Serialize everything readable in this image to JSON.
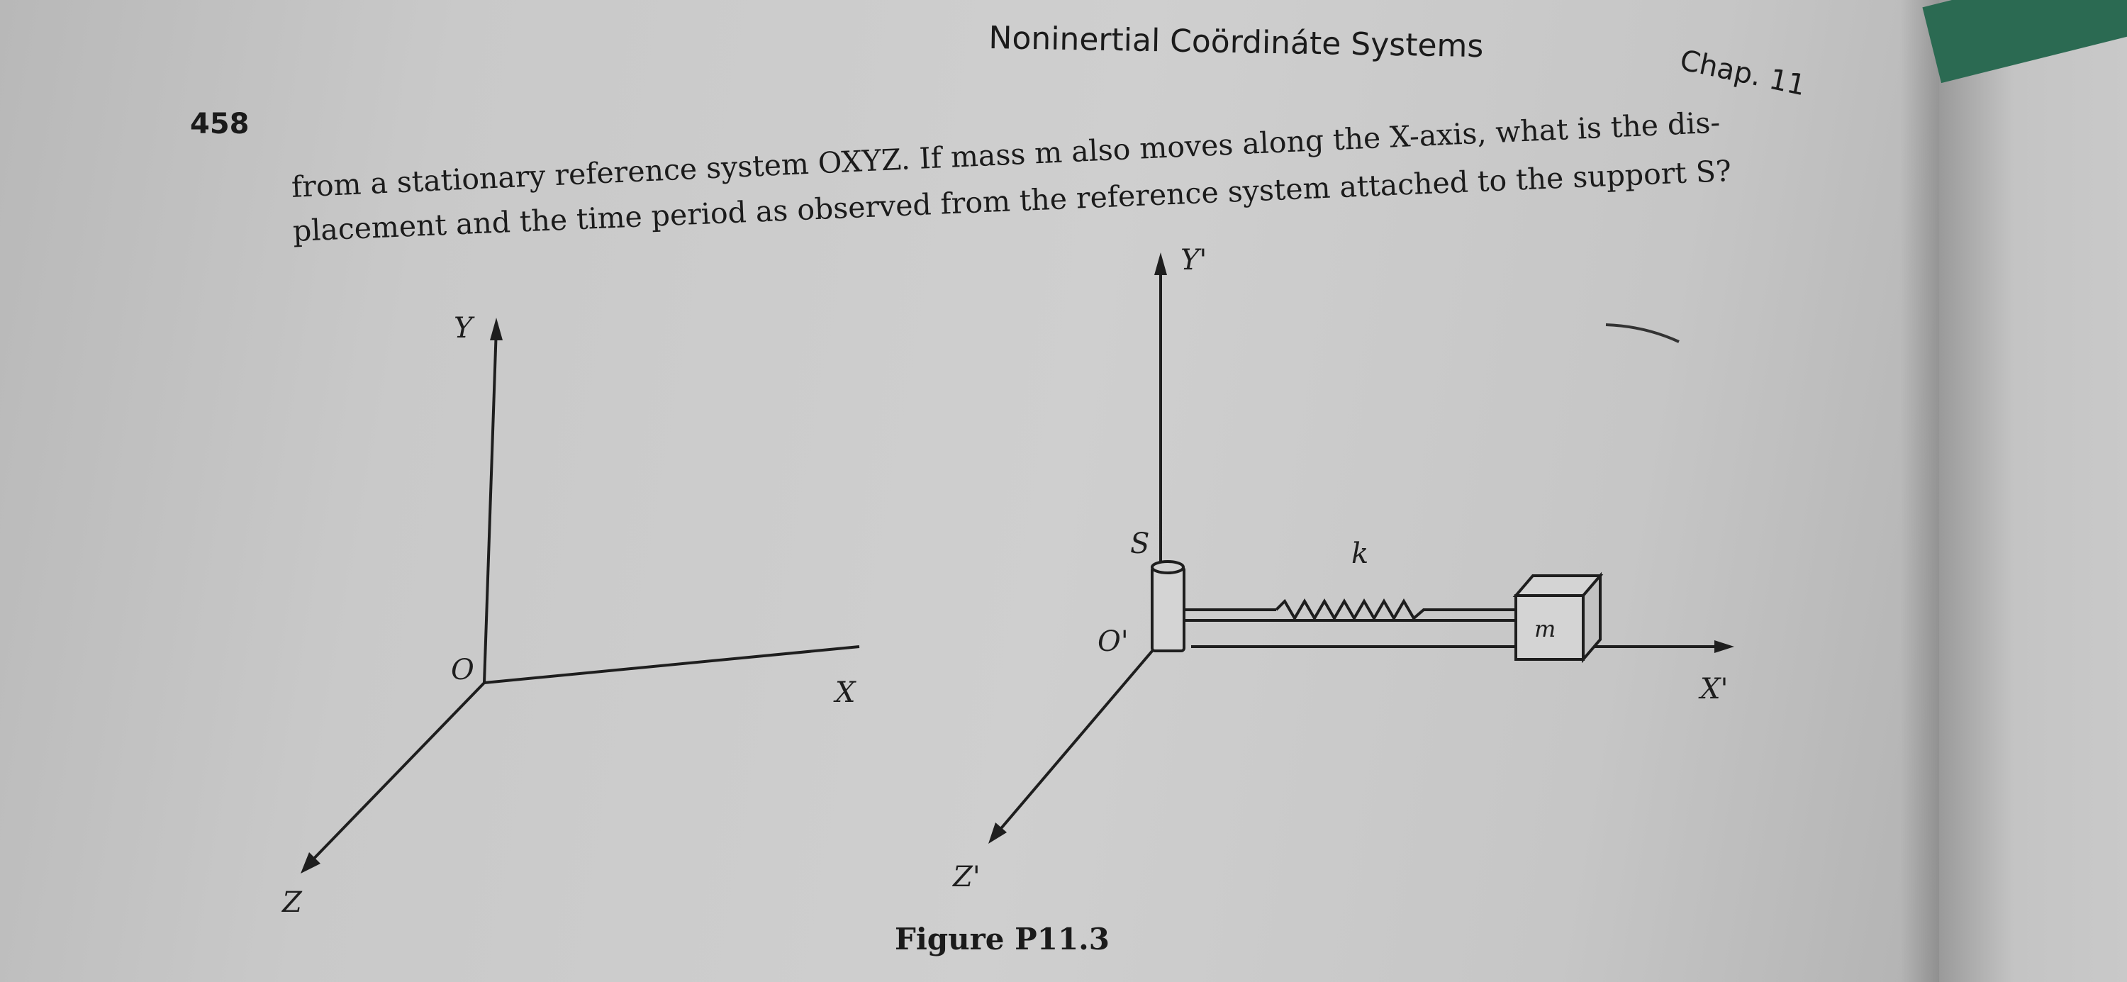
{
  "header": {
    "running_head": "Noninertial Coördináte Systems",
    "chapter": "Chap. 11",
    "page_number": "458"
  },
  "body": {
    "line_1": "from a stationary reference system OXYZ. If mass m also moves along the X-axis, what is the dis-",
    "line_2": "placement and the time period as observed from the reference system attached to the support S?"
  },
  "figure": {
    "left_axes": {
      "y_label": "Y",
      "origin_label": "O",
      "x_label": "X",
      "z_label": "Z"
    },
    "right_axes": {
      "y_label": "Y'",
      "origin_label": "O'",
      "x_label": "X'",
      "z_label": "Z'",
      "support_label": "S",
      "spring_label": "k",
      "mass_label": "m"
    },
    "caption": "Figure P11.3"
  }
}
